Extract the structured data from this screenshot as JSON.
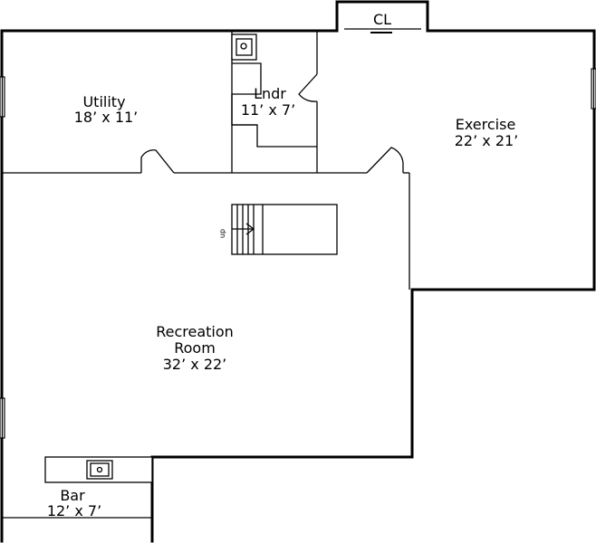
{
  "rooms": {
    "utility": {
      "name": "Utility",
      "size": "18’ x 11’"
    },
    "laundry": {
      "name": "Lndr",
      "size": "11’ x 7’"
    },
    "exercise": {
      "name": "Exercise",
      "size": "22’ x 21’"
    },
    "recreation": {
      "name_line1": "Recreation",
      "name_line2": "Room",
      "size": "32’ x 22’"
    },
    "bar": {
      "name": "Bar",
      "size": "12’ x 7’"
    },
    "closet": {
      "name": "CL"
    }
  },
  "stairs": {
    "label": "up"
  }
}
